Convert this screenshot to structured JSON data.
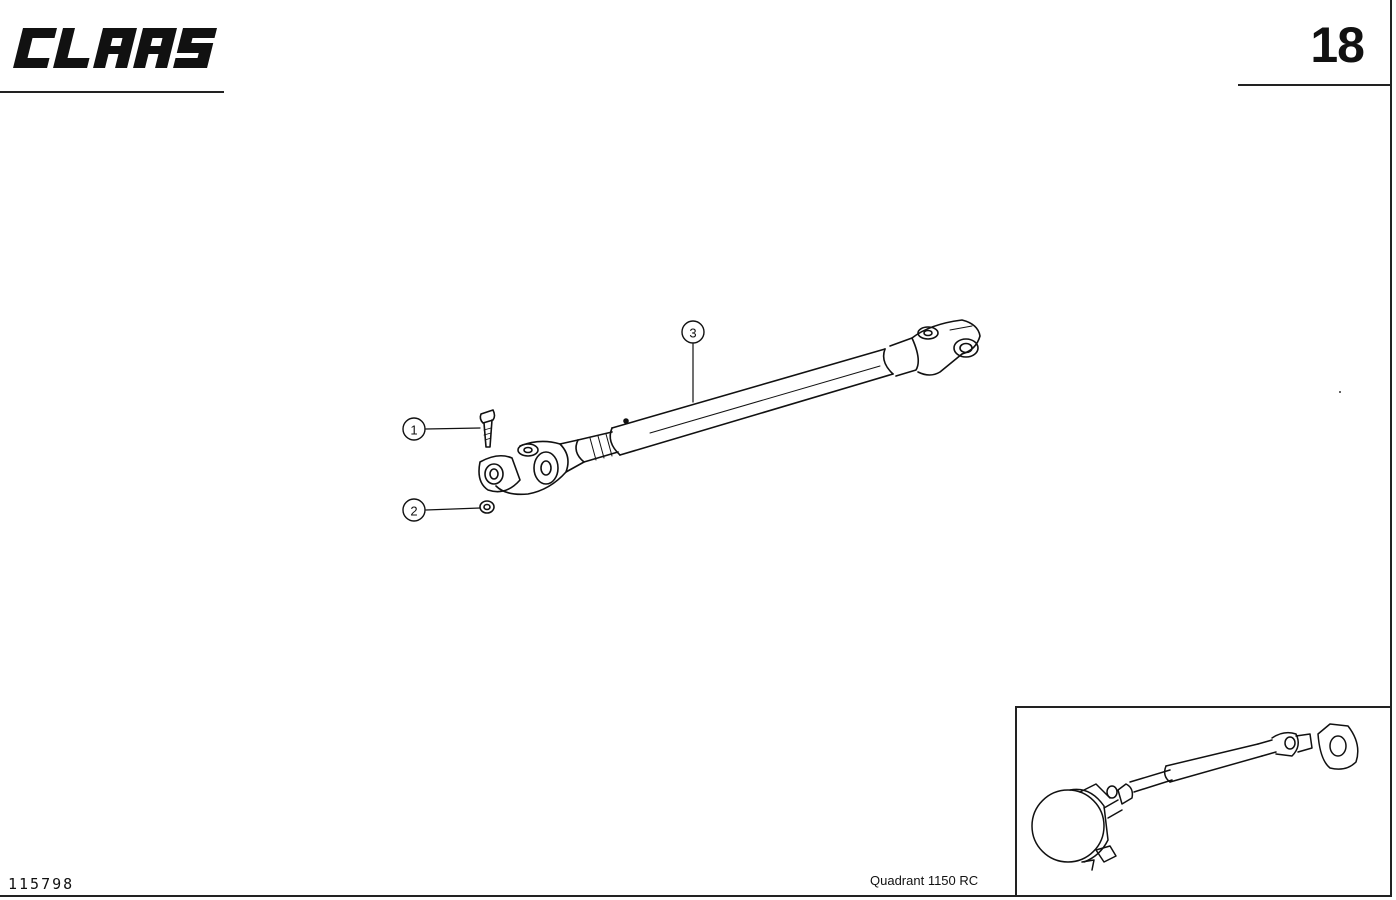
{
  "brand": {
    "logo_text": "CLAAS"
  },
  "page_number": "18",
  "callouts": [
    {
      "label": "1"
    },
    {
      "label": "2"
    },
    {
      "label": "3"
    }
  ],
  "footer": {
    "doc_number": "115798",
    "model": "Quadrant 1150 RC"
  }
}
